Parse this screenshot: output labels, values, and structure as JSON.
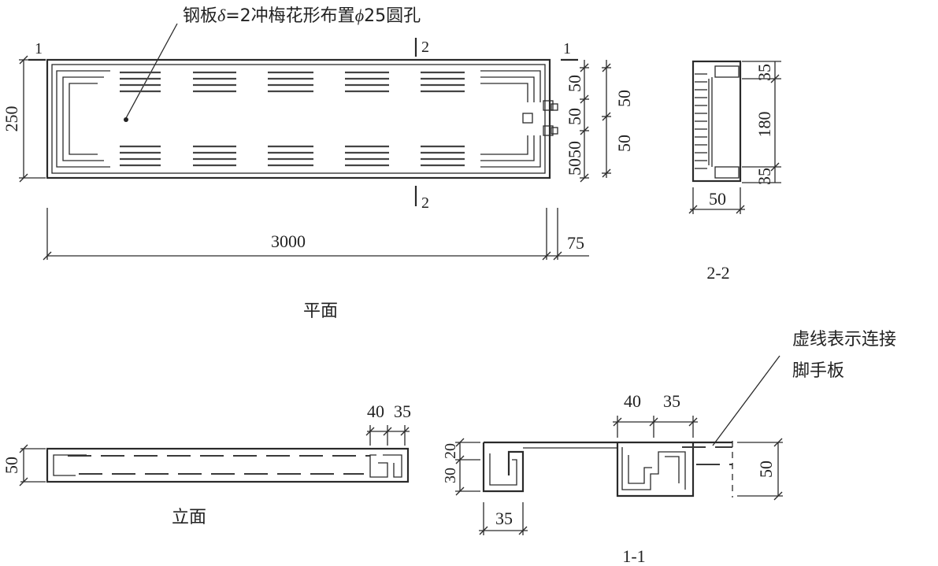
{
  "annotation": {
    "pre": "钢板",
    "delta": "δ",
    "mid": "=2冲梅花形布置",
    "phi": "ϕ",
    "post": "25圆孔"
  },
  "plan": {
    "label": "平面",
    "section_mark_1": "1",
    "section_mark_2": "2",
    "dims": {
      "width": "250",
      "length": "3000",
      "overhang": "75",
      "right_a": [
        "50",
        "50",
        "50",
        "50"
      ],
      "right_b": [
        "50",
        "50"
      ]
    }
  },
  "section_2_2": {
    "label": "2-2",
    "dims": {
      "top": "35",
      "mid": "180",
      "bottom": "35",
      "width": "50"
    }
  },
  "elevation": {
    "label": "立面",
    "dims": {
      "height": "50",
      "a": "40",
      "b": "35"
    }
  },
  "section_1_1": {
    "label": "1-1",
    "dims": {
      "a": "40",
      "b": "35",
      "left_top": "20",
      "left_bottom": "30",
      "bottom": "35",
      "right": "50"
    }
  },
  "note": {
    "line1": "虚线表示连接",
    "line2": "脚手板"
  }
}
